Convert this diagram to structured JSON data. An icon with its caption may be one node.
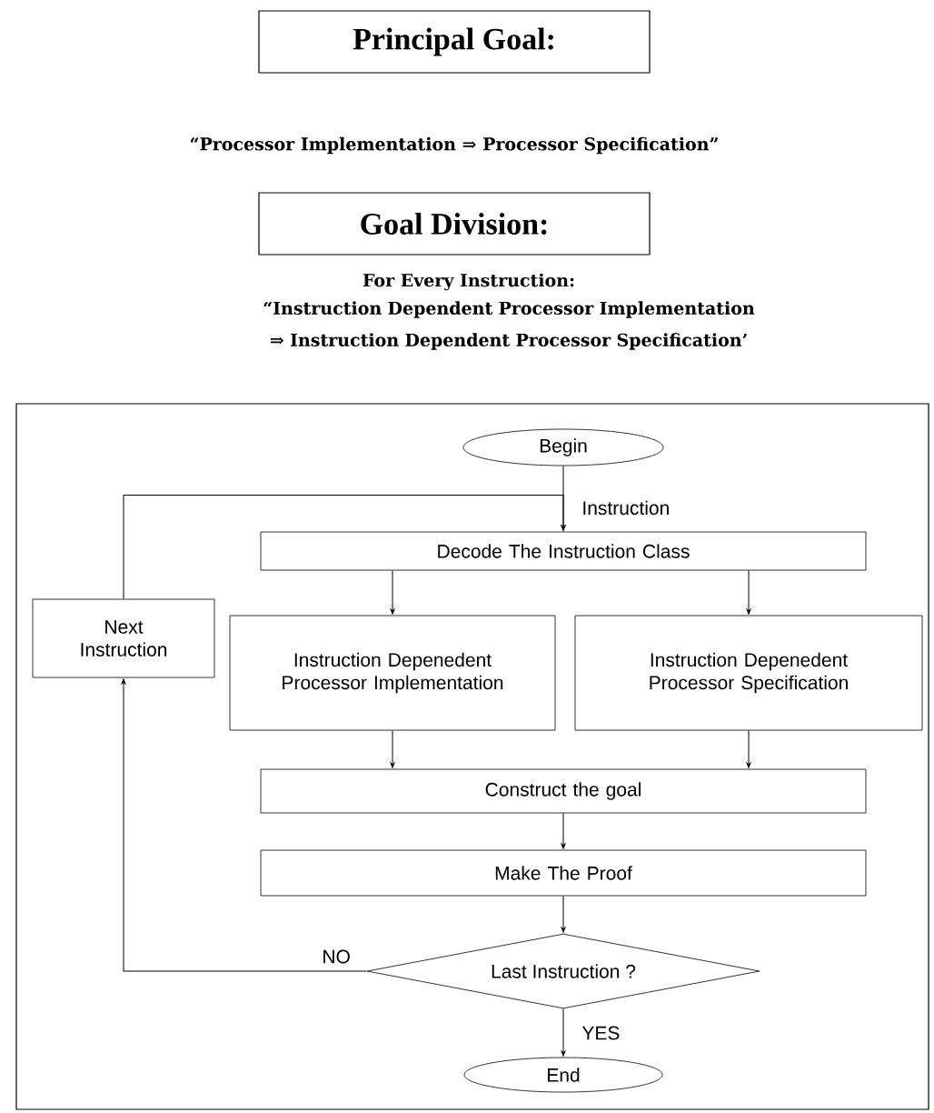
{
  "diagram": {
    "nodes": [
      {
        "text": [
          "Principal Goal:"
        ]
      },
      {
        "text": [
          "Goal Division:"
        ]
      },
      {
        "text": [],
        "shape": "box"
      },
      {
        "text": [
          "Begin"
        ],
        "in": 2
      },
      {
        "text": [
          "Decode The Instruction Class"
        ],
        "in": 2
      },
      {
        "text": [
          "Next Instruction"
        ],
        "in": 2
      },
      {
        "text": [
          "Instruction Depenedent Processor Implementation"
        ],
        "in": 2
      },
      {
        "text": [
          "Instruction Depenedent Processor Specification"
        ],
        "in": 2
      },
      {
        "text": [
          "Construct the goal"
        ],
        "in": 2
      },
      {
        "text": [
          "Make The Proof"
        ],
        "in": 2
      },
      {
        "text": [
          "Last Instruction ?"
        ],
        "in": 2
      },
      {
        "text": [
          "End"
        ],
        "in": 2
      }
    ],
    "edges": [
      {
        "from": 3,
        "to": 4,
        "arrow": "to",
        "label": "Instruction"
      },
      {
        "from": 5,
        "to": 4,
        "arrow": "to"
      },
      {
        "from": 4,
        "to": 6,
        "arrow": "to"
      },
      {
        "from": 4,
        "to": 7,
        "arrow": "to"
      },
      {
        "from": 6,
        "to": 8,
        "arrow": "to"
      },
      {
        "from": 7,
        "to": 8,
        "arrow": "to"
      },
      {
        "from": 8,
        "to": 9,
        "arrow": "to"
      },
      {
        "from": 9,
        "to": 10,
        "arrow": "to"
      },
      {
        "from": 10,
        "to": 5,
        "arrow": "to",
        "label": "NO"
      },
      {
        "from": 10,
        "to": 11,
        "arrow": "to",
        "label": "YES"
      }
    ],
    "labels": [
      "“Processor Implementation ⇒ Processor Specification”",
      "For Every Instruction:",
      "“Instruction Dependent Processor Implementation ⇒ Instruction Dependent Processor Specification’"
    ]
  }
}
